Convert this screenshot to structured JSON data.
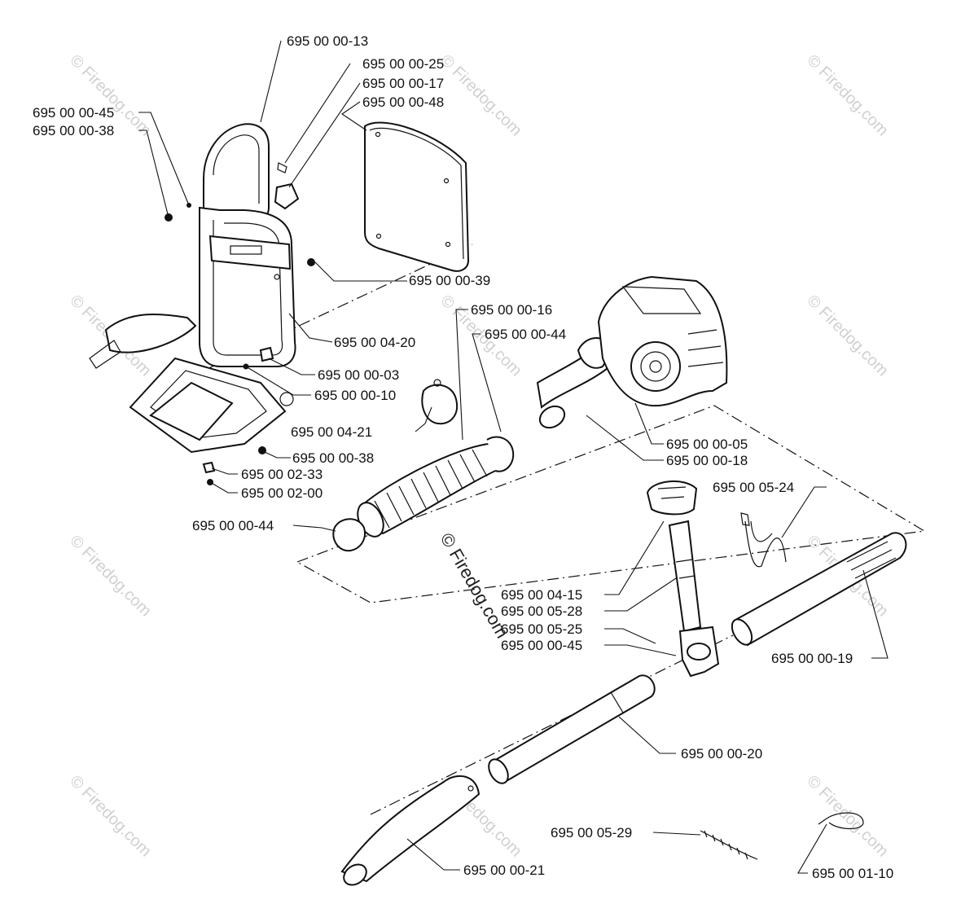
{
  "watermark": "© Firedog.com",
  "labels": {
    "p13": "695 00 00-13",
    "p25a": "695 00 00-25",
    "p17": "695 00 00-17",
    "p48": "695 00 00-48",
    "p45a": "695 00 00-45",
    "p38a": "695 00 00-38",
    "p39": "695 00 00-39",
    "p16": "695 00 00-16",
    "p44a": "695 00 00-44",
    "p0420": "695 00 04-20",
    "p03": "695 00 00-03",
    "p10": "695 00 00-10",
    "p0421": "695 00 04-21",
    "p38b": "695 00 00-38",
    "p0233": "695 00 02-33",
    "p0200": "695 00 02-00",
    "p44b": "695 00 00-44",
    "p05": "695 00 00-05",
    "p18": "695 00 00-18",
    "p0524": "695 00 05-24",
    "p0415": "695 00 04-15",
    "p0528": "695 00 05-28",
    "p0525": "695 00 05-25",
    "p45b": "695 00 00-45",
    "p19": "695 00 00-19",
    "p20": "695 00 00-20",
    "p0529": "695 00 05-29",
    "p21": "695 00 00-21",
    "p0110": "695 00 01-10"
  }
}
